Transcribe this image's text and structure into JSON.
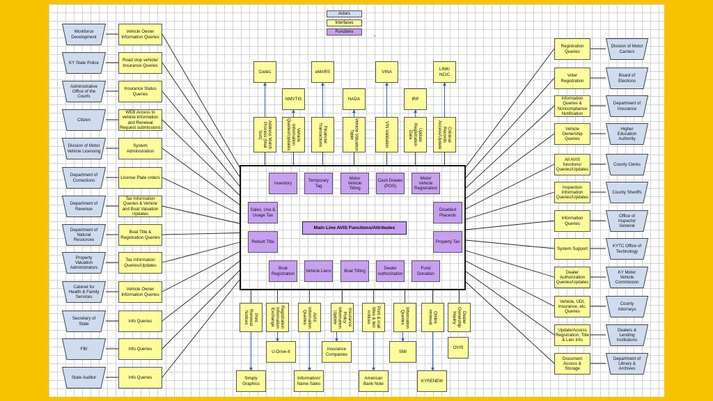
{
  "legend": {
    "actors": "Actors",
    "interfaces": "Interfaces",
    "functions": "Functions",
    "mark": "–"
  },
  "main_label": "Main Line AVIS Functions/Attributes",
  "colors": {
    "background": "#F7C300",
    "interface": "#FCFC9C",
    "function": "#C7A0F0",
    "actor": "#CFDCEF"
  },
  "left_actors": [
    "Workforce Development",
    "KY State Police",
    "Administrative Office of the Courts",
    "Citizen",
    "Division of Motor Vehicle Licensing",
    "Department of Corrections",
    "Department of Revenue",
    "Department of Natural Resources",
    "Property Valuation Administrators",
    "Cabinet for Health & Family Services",
    "Secretary of State",
    "FBI",
    "State Auditor"
  ],
  "left_interfaces": [
    "Vehicle Owner Information Queries",
    "Road stop vehicle/ Insurance Queries",
    "Insurance Status Queries",
    "WEB Access to vehicle information and Renewal Request submissions",
    "System Administration",
    "License Plate orders",
    "Tax Information Queries & Vehicle and Boat Valuation Updates",
    "Boat Title & Registration Queries",
    "Tax Information Queries/Updates",
    "Vehicle Owner Information Queries",
    "Info Queries",
    "Info Queries",
    "Info Queries"
  ],
  "right_interfaces": [
    "Registration Queries",
    "Voter Registration",
    "Information Queries & Noncompliance Notification",
    "Vehicle Ownership Queries",
    "All AVIS functions/ Queries/Updates",
    "Inspection Information Queries/Updates",
    "Information Queries",
    "System Support",
    "Dealer Authorization Queries/Updates",
    "Vehicle, UDI, Insurance, etc. Queries",
    "Update/Access Registration, Title & Lien Info",
    "Document Access & Storage"
  ],
  "right_actors": [
    "Division of Motor Carriers",
    "Board of Elections",
    "Department of Insurance",
    "Higher Education Authority",
    "County Clerks",
    "County Sheriffs",
    "Office of Inspector General",
    "KYTC Office of Technology",
    "KY Motor Vehicle Commission",
    "County Attorneys",
    "Dealers & Lending Institutions",
    "Department of Library & Archives"
  ],
  "top_systems": [
    "Code1",
    "eMARS",
    "VINA",
    "LINK/ NCIC"
  ],
  "top_systems_mid": [
    "NMVTIS",
    "NADA",
    "IRP"
  ],
  "top_interfaces": [
    "Address Match Process (Mail Sort)",
    "Vehicle Information Queries/Updates",
    "Financial Transactions",
    "Vehicle Valuation Table",
    "VIN Validation",
    "Update Registration Data",
    "Criminal Records Access/Update"
  ],
  "functions_top": [
    "Inventory",
    "Temporary Tag",
    "Motor Vehicle Titling",
    "Cash Drawer (POS)",
    "Motor Vehicle Registration"
  ],
  "functions_left": [
    "Sales, Use & Usage Tax",
    "Rebuilt Title"
  ],
  "functions_right": [
    "Disabled Placards",
    "Property Tax"
  ],
  "functions_bottom": [
    "Boat Registration",
    "Vehicle Liens",
    "Boat Titling",
    "Dealer Authorization",
    "Fund Donation"
  ],
  "bottom_interfaces": [
    "Print Renewal Notices",
    "Registration Information Exchange",
    "AVIS Information Queries",
    "Insurance Policy Information Update",
    "Print & mail titles & lien notices",
    "Information Queries",
    "Online renewal",
    "Dealer Ownership Inquiry"
  ],
  "bottom_systems_mid": [
    "U-Drive-It",
    "Insurance Companies",
    "SMI",
    "OVIS"
  ],
  "bottom_systems_low": [
    "Simply Graphics",
    "Information/ Name Sales",
    "American Bank Note",
    "KYRENEW"
  ]
}
